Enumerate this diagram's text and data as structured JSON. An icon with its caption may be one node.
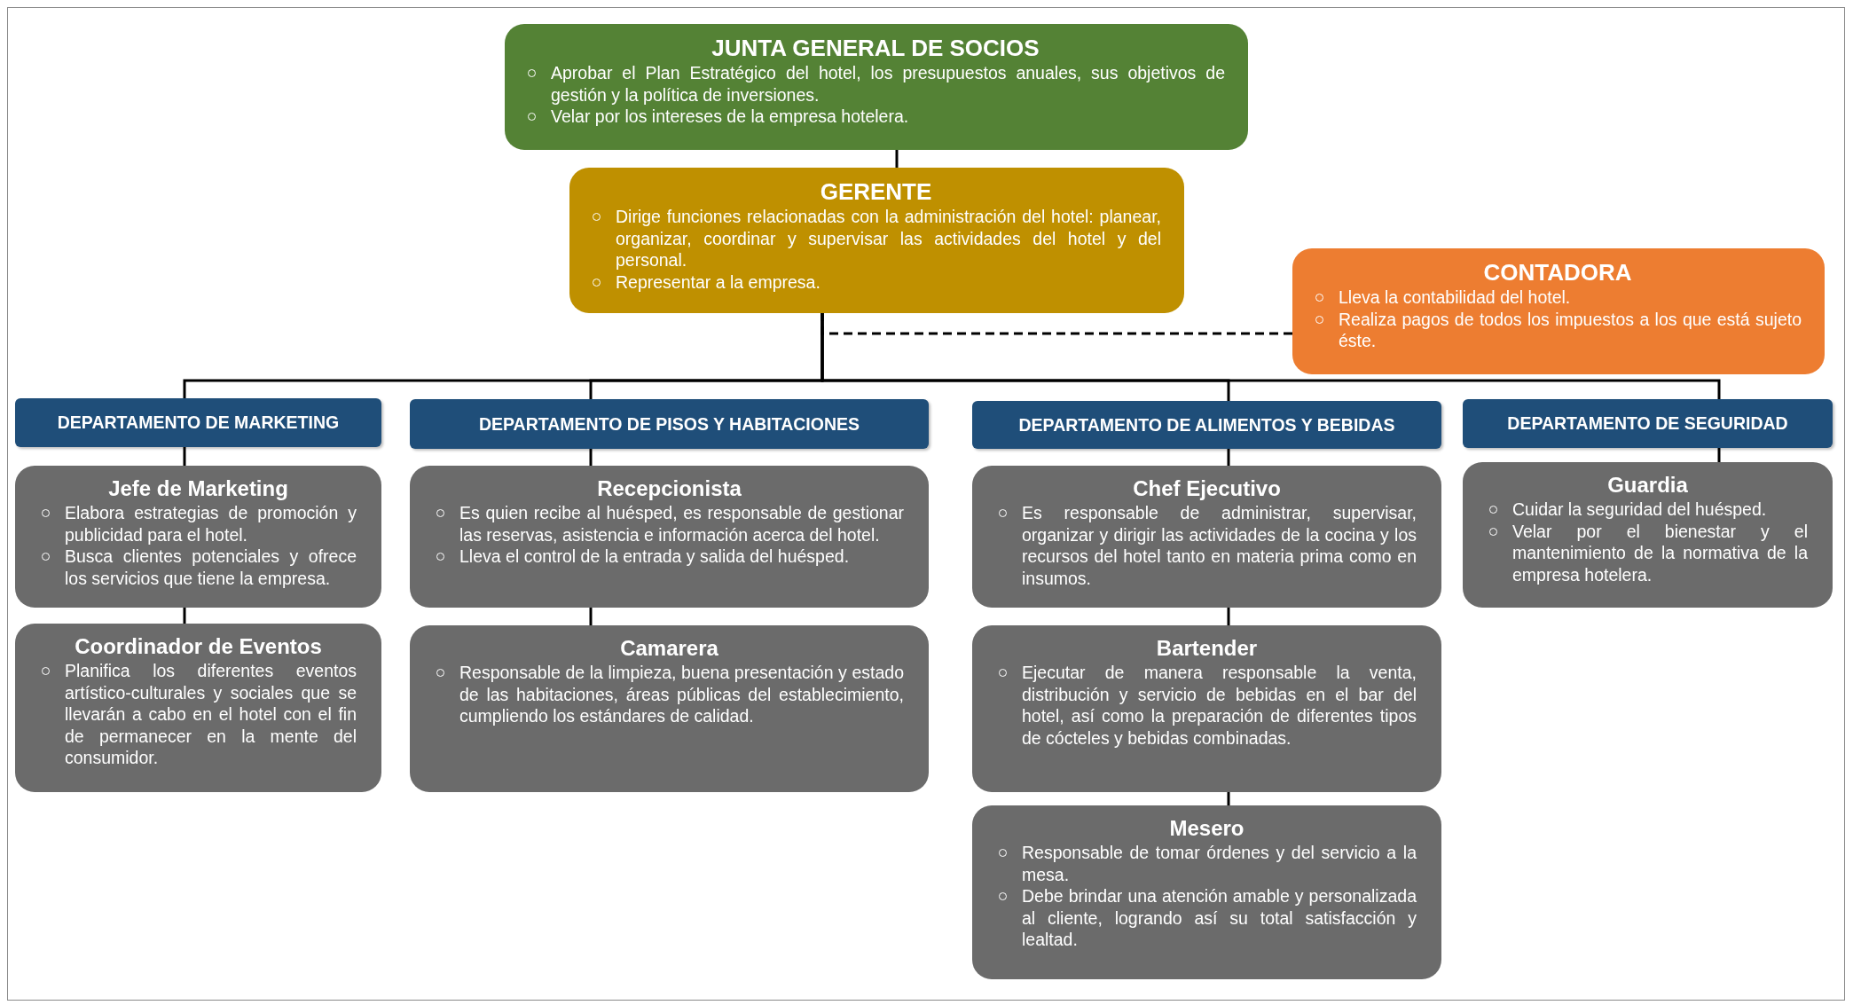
{
  "diagram": {
    "nodes": [
      {
        "text": [
          "JUNTA GENERAL DE SOCIOS",
          "Aprobar el Plan Estratégico del hotel, los presupuestos anuales, sus objetivos de gestión y la política de inversiones.",
          "Velar por los intereses de la empresa hotelera."
        ]
      },
      {
        "text": [
          "GERENTE",
          "Dirige funciones relacionadas con la administración del hotel: planear, organizar, coordinar y supervisar las actividades del hotel y del personal.",
          "Representar a la empresa."
        ]
      },
      {
        "text": [
          "CONTADORA",
          "Lleva la contabilidad del hotel.",
          "Realiza pagos de todos los impuestos a los que está sujeto éste."
        ]
      },
      {
        "text": [
          "DEPARTAMENTO DE MARKETING"
        ]
      },
      {
        "text": [
          "DEPARTAMENTO DE PISOS Y HABITACIONES"
        ]
      },
      {
        "text": [
          "DEPARTAMENTO DE ALIMENTOS Y BEBIDAS"
        ]
      },
      {
        "text": [
          "DEPARTAMENTO DE SEGURIDAD"
        ]
      },
      {
        "text": [
          "Jefe de Marketing",
          "Elabora estrategias de promoción y publicidad para el hotel.",
          "Busca clientes potenciales y ofrece los servicios que tiene la empresa."
        ]
      },
      {
        "text": [
          "Coordinador de Eventos",
          "Planifica los diferentes eventos artístico-culturales y sociales que se llevarán a cabo en el hotel con el fin de permanecer en la mente del consumidor."
        ]
      },
      {
        "text": [
          "Recepcionista",
          "Es quien recibe al huésped, es responsable de gestionar las reservas, asistencia e información acerca del hotel.",
          "Lleva el control de la entrada y salida del huésped."
        ]
      },
      {
        "text": [
          "Camarera",
          "Responsable de la limpieza, buena presentación y estado de las habitaciones, áreas públicas del establecimiento, cumpliendo los estándares de calidad."
        ]
      },
      {
        "text": [
          "Chef Ejecutivo",
          "Es responsable de administrar, supervisar, organizar y dirigir las actividades de la cocina y los recursos del hotel tanto en materia prima como en insumos."
        ]
      },
      {
        "text": [
          "Bartender",
          "Ejecutar de manera responsable la venta, distribución y servicio de bebidas en el bar del hotel, así como la preparación de diferentes tipos de cócteles y bebidas combinadas."
        ]
      },
      {
        "text": [
          "Mesero",
          "Responsable de tomar órdenes y del servicio a la mesa.",
          "Debe brindar una atención amable y personalizada al cliente, logrando así su total satisfacción y lealtad."
        ]
      },
      {
        "text": [
          "Guardia",
          "Cuidar la seguridad del huésped.",
          "Velar por el bienestar y el mantenimiento de la normativa de la empresa hotelera."
        ]
      }
    ],
    "edges": [
      {
        "from": 0,
        "to": 1,
        "arrow": "none"
      },
      {
        "from": 2,
        "to": 1,
        "arrow": "none",
        "style": "dashed"
      },
      {
        "from": 1,
        "to": 3,
        "arrow": "none"
      },
      {
        "from": 1,
        "to": 4,
        "arrow": "none"
      },
      {
        "from": 1,
        "to": 5,
        "arrow": "none"
      },
      {
        "from": 1,
        "to": 6,
        "arrow": "none"
      },
      {
        "from": 3,
        "to": 7,
        "arrow": "none"
      },
      {
        "from": 7,
        "to": 8,
        "arrow": "none"
      },
      {
        "from": 4,
        "to": 9,
        "arrow": "none"
      },
      {
        "from": 9,
        "to": 10,
        "arrow": "none"
      },
      {
        "from": 5,
        "to": 11,
        "arrow": "none"
      },
      {
        "from": 11,
        "to": 12,
        "arrow": "none"
      },
      {
        "from": 12,
        "to": 13,
        "arrow": "none"
      },
      {
        "from": 6,
        "to": 14,
        "arrow": "none"
      }
    ]
  }
}
